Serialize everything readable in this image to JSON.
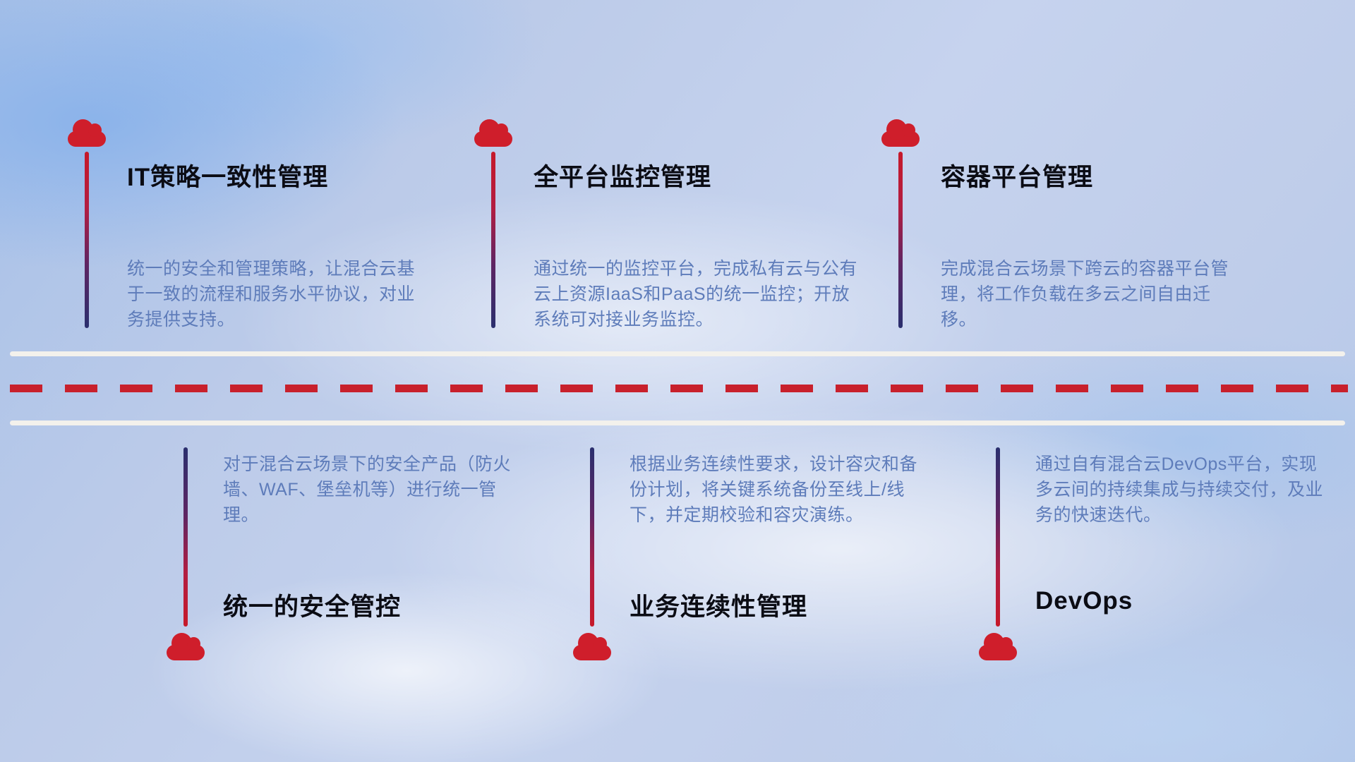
{
  "colors": {
    "accent_red": "#cf1e2b",
    "line_navy": "#2a2f6e",
    "title_color": "#0b0c14",
    "description_color": "#5e7cba",
    "road_line_white": "#f3f1ec"
  },
  "icons": {
    "item_marker": "cloud-icon"
  },
  "top_items": [
    {
      "title": "IT策略一致性管理",
      "description": "统一的安全和管理策略，让混合云基于一致的流程和服务水平协议，对业务提供支持。"
    },
    {
      "title": "全平台监控管理",
      "description": "通过统一的监控平台，完成私有云与公有云上资源IaaS和PaaS的统一监控；开放系统可对接业务监控。"
    },
    {
      "title": "容器平台管理",
      "description": "完成混合云场景下跨云的容器平台管理，将工作负载在多云之间自由迁移。"
    }
  ],
  "bottom_items": [
    {
      "title": "统一的安全管控",
      "description": "对于混合云场景下的安全产品（防火墙、WAF、堡垒机等）进行统一管理。"
    },
    {
      "title": "业务连续性管理",
      "description": "根据业务连续性要求，设计容灾和备份计划，将关键系统备份至线上/线下，并定期校验和容灾演练。"
    },
    {
      "title": "DevOps",
      "description": "通过自有混合云DevOps平台，实现多云间的持续集成与持续交付，及业务的快速迭代。"
    }
  ]
}
